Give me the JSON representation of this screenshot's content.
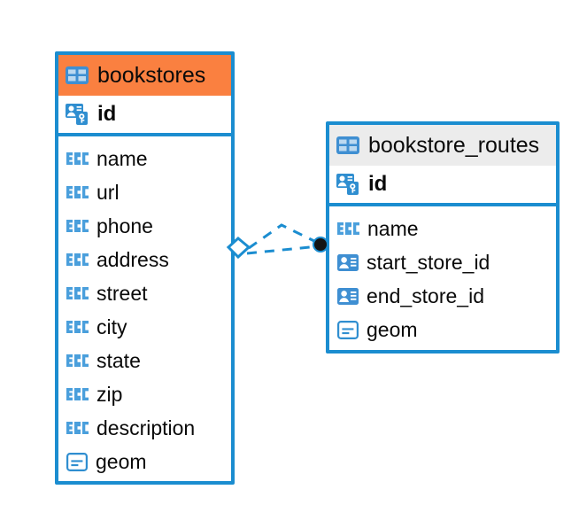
{
  "diagram": {
    "type": "entity-relationship-diagram",
    "background_color": "#ffffff",
    "accent_color": "#1b8dd0",
    "highlight_color": "#fa8040"
  },
  "entities": [
    {
      "name": "bookstores",
      "header_color": "#fa8040",
      "primary_key": {
        "label": "id",
        "icon": "primary-key-icon"
      },
      "fields": [
        {
          "label": "name",
          "icon": "abc-text-icon"
        },
        {
          "label": "url",
          "icon": "abc-text-icon"
        },
        {
          "label": "phone",
          "icon": "abc-text-icon"
        },
        {
          "label": "address",
          "icon": "abc-text-icon"
        },
        {
          "label": "street",
          "icon": "abc-text-icon"
        },
        {
          "label": "city",
          "icon": "abc-text-icon"
        },
        {
          "label": "state",
          "icon": "abc-text-icon"
        },
        {
          "label": "zip",
          "icon": "abc-text-icon"
        },
        {
          "label": "description",
          "icon": "abc-text-icon"
        },
        {
          "label": "geom",
          "icon": "geometry-icon"
        }
      ]
    },
    {
      "name": "bookstore_routes",
      "header_color": "#ececec",
      "primary_key": {
        "label": "id",
        "icon": "primary-key-icon"
      },
      "fields": [
        {
          "label": "name",
          "icon": "abc-text-icon"
        },
        {
          "label": "start_store_id",
          "icon": "foreign-key-icon"
        },
        {
          "label": "end_store_id",
          "icon": "foreign-key-icon"
        },
        {
          "label": "geom",
          "icon": "geometry-icon"
        }
      ]
    }
  ],
  "relationship": {
    "style": "dashed",
    "color": "#1b8dd0",
    "source_marker": "hollow-diamond",
    "target_marker": "filled-circle",
    "target_marker_color": "#111111",
    "line_count": 2
  }
}
